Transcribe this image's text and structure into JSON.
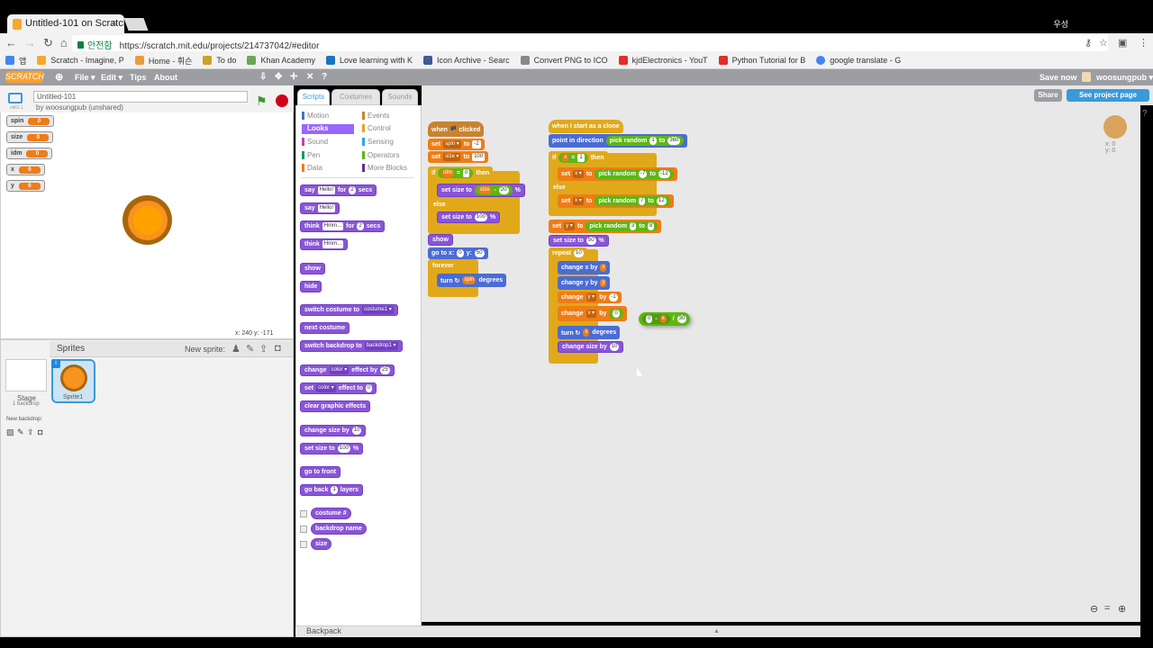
{
  "browser": {
    "tab_title": "Untitled-101 on Scratch",
    "tab_close": "×",
    "user_name": "우성",
    "secure_label": "안전함",
    "url": "https://scratch.mit.edu/projects/214737042/#editor",
    "bookmarks": [
      {
        "label": "앱"
      },
      {
        "label": "Scratch - Imagine, P"
      },
      {
        "label": "Home - 휘슨"
      },
      {
        "label": "To do"
      },
      {
        "label": "Khan Academy"
      },
      {
        "label": "Love learning with K"
      },
      {
        "label": "Icon Archive - Searc"
      },
      {
        "label": "Convert PNG to ICO"
      },
      {
        "label": "kjdElectronics - YouT"
      },
      {
        "label": "Python Tutorial for B"
      },
      {
        "label": "google translate - G"
      }
    ]
  },
  "scratch": {
    "logo": "SCRATCH",
    "menu": {
      "file": "File ▾",
      "edit": "Edit ▾",
      "tips": "Tips",
      "about": "About"
    },
    "save_now": "Save now",
    "account": "woosungpub ▾",
    "project_title": "Untitled-101",
    "byline": "by woosungpub (unshared)",
    "version": "v461.1",
    "share": "Share",
    "see_project_page": "See project page",
    "tabs": {
      "scripts": "Scripts",
      "costumes": "Costumes",
      "sounds": "Sounds"
    },
    "monitors": [
      {
        "name": "spin",
        "value": "0"
      },
      {
        "name": "size",
        "value": "0"
      },
      {
        "name": "idm",
        "value": "0"
      },
      {
        "name": "x",
        "value": "0"
      },
      {
        "name": "y",
        "value": "0"
      }
    ],
    "mouse_xy": "x: 240   y: -171",
    "sprites_label": "Sprites",
    "new_sprite": "New sprite:",
    "stage_label": "Stage",
    "backdrop_count": "1 backdrop",
    "new_backdrop": "New backdrop:",
    "sprite1": "Sprite1",
    "sprite_xy": {
      "x": "x: 0",
      "y": "y: 0"
    },
    "backpack": "Backpack",
    "categories": [
      {
        "name": "Motion",
        "color": "#4a6cd4"
      },
      {
        "name": "Events",
        "color": "#c88330"
      },
      {
        "name": "Looks",
        "color": "#8a55d7"
      },
      {
        "name": "Control",
        "color": "#e1a91a"
      },
      {
        "name": "Sound",
        "color": "#bb42c3"
      },
      {
        "name": "Sensing",
        "color": "#2ca5e2"
      },
      {
        "name": "Pen",
        "color": "#0e9a6c"
      },
      {
        "name": "Operators",
        "color": "#5cb712"
      },
      {
        "name": "Data",
        "color": "#ee7d16"
      },
      {
        "name": "More Blocks",
        "color": "#632d99"
      }
    ],
    "palette_blocks": {
      "say_for": {
        "a": "say",
        "b": "Hello!",
        "c": "for",
        "d": "2",
        "e": "secs"
      },
      "say": {
        "a": "say",
        "b": "Hello!"
      },
      "think_for": {
        "a": "think",
        "b": "Hmm...",
        "c": "for",
        "d": "2",
        "e": "secs"
      },
      "think": {
        "a": "think",
        "b": "Hmm..."
      },
      "show": "show",
      "hide": "hide",
      "switch_costume": {
        "a": "switch costume to",
        "b": "costume1 ▾"
      },
      "next_costume": "next costume",
      "switch_backdrop": {
        "a": "switch backdrop to",
        "b": "backdrop1 ▾"
      },
      "change_effect": {
        "a": "change",
        "b": "color ▾",
        "c": "effect by",
        "d": "25"
      },
      "set_effect": {
        "a": "set",
        "b": "color ▾",
        "c": "effect to",
        "d": "0"
      },
      "clear_effects": "clear graphic effects",
      "change_size": {
        "a": "change size by",
        "b": "10"
      },
      "set_size": {
        "a": "set size to",
        "b": "100",
        "c": "%"
      },
      "go_front": "go to front",
      "go_back": {
        "a": "go back",
        "b": "1",
        "c": "layers"
      },
      "costume_num": "costume #",
      "backdrop_name": "backdrop name",
      "size": "size"
    },
    "script1": {
      "hat": "when 🏴 clicked",
      "set_spin": {
        "a": "set",
        "b": "spin ▾",
        "c": "to",
        "d": "-2"
      },
      "set_size": {
        "a": "set",
        "b": "size ▾",
        "c": "to",
        "d": "100"
      },
      "if": "if",
      "idm": "idm",
      "eq": "=",
      "zero": "0",
      "then": "then",
      "set_size_to": "set size to",
      "size_var": "size",
      "minus": "-",
      "twenty": "20",
      "pct": "%",
      "else": "else",
      "set_size_100": {
        "a": "set size to",
        "b": "100",
        "c": "%"
      },
      "show": "show",
      "goto": {
        "a": "go to x:",
        "b": "0",
        "c": "y:",
        "d": "50"
      },
      "forever": "forever",
      "turn": {
        "a": "turn ↻",
        "b": "spin",
        "c": "degrees"
      }
    },
    "script2": {
      "hat": "when I start as a clone",
      "point": {
        "a": "point in direction",
        "b": "pick random",
        "c": "1",
        "d": "to",
        "e": "360"
      },
      "if": "if",
      "x": "x",
      "eq": "=",
      "one": "1",
      "then": "then",
      "set_x1": {
        "a": "set",
        "b": "x ▾",
        "c": "to",
        "d": "pick random",
        "e": "-7",
        "f": "to",
        "g": "-12"
      },
      "else": "else",
      "set_x2": {
        "a": "set",
        "b": "x ▾",
        "c": "to",
        "d": "pick random",
        "e": "7",
        "f": "to",
        "g": "12"
      },
      "set_y": {
        "a": "set",
        "b": "y ▾",
        "c": "to",
        "d": "pick random",
        "e": "3",
        "f": "to",
        "g": "8"
      },
      "set_size": {
        "a": "set size to",
        "b": "50",
        "c": "%"
      },
      "repeat": {
        "a": "repeat",
        "b": "10"
      },
      "change_x": {
        "a": "change x by",
        "b": "x"
      },
      "change_y": {
        "a": "change y by",
        "b": "y"
      },
      "change_y_var": {
        "a": "change",
        "b": "y ▾",
        "c": "by",
        "d": "-1"
      },
      "change_x_var": {
        "a": "change",
        "b": "x ▾",
        "c": "by",
        "d": "0"
      },
      "floating": {
        "a": "0",
        "b": "-",
        "c": "x",
        "d": "/",
        "e": "30"
      },
      "turn": {
        "a": "turn ↻",
        "b": "x",
        "c": "degrees"
      },
      "change_size": {
        "a": "change size by",
        "b": "10"
      }
    }
  }
}
